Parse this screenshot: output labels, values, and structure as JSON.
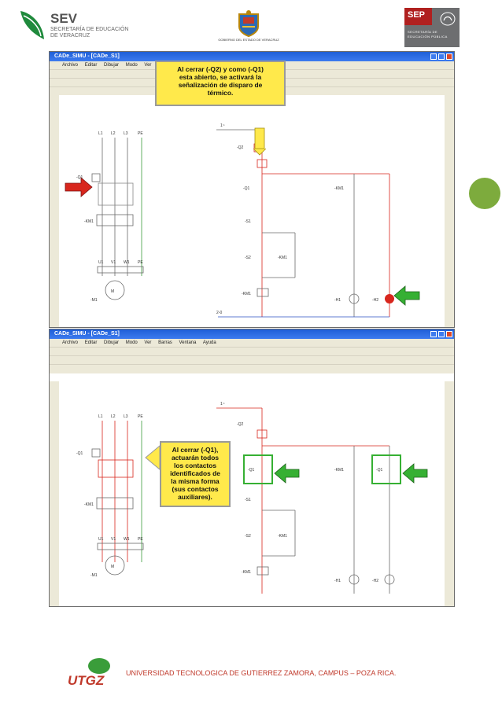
{
  "header": {
    "sev_logo_text": "SEV",
    "sev_sub_line1": "SECRETARÍA DE EDUCACIÓN",
    "sev_sub_line2": "DE VERACRUZ",
    "crest_caption": "GOBIERNO DEL ESTADO DE VERACRUZ",
    "sep_logo_text": "SEP",
    "sep_sub_line1": "SECRETARÍA DE",
    "sep_sub_line2": "EDUCACIÓN PÚBLICA",
    "colors": {
      "sev_green": "#1f8a3c",
      "sep_red": "#b0201f",
      "sep_gray": "#6d6e70",
      "accent_dot": "#7dab3d"
    }
  },
  "screenshot_1": {
    "window_title": "CADe_SIMU - [CADe_S1]",
    "menu": [
      "Archivo",
      "Editar",
      "Dibujar",
      "Modo",
      "Ver"
    ],
    "callout": [
      "Al cerrar (-Q2) y como (-Q1)",
      "esta abierto, se activará la",
      "señalización de disparo de",
      "térmico."
    ],
    "arrow_colors": {
      "left_arrow": "#d8261d",
      "right_arrow": "#36b033"
    },
    "component_labels": {
      "phases": [
        "L1",
        "L2",
        "L3",
        "PE"
      ],
      "q1": "-Q1",
      "q2": "-Q2",
      "km1": "-KM1",
      "s1": "-S1",
      "s2": "-S2",
      "h1": "-H1",
      "h2": "-H2",
      "motor": "M",
      "motor_id": "-M1",
      "terminals": [
        "U1",
        "V1",
        "W1",
        "PE"
      ],
      "supply_top": "1~",
      "supply_bottom": "2-0"
    }
  },
  "screenshot_2": {
    "window_title": "CADe_SIMU - [CADe_S1]",
    "menu": [
      "Archivo",
      "Editar",
      "Dibujar",
      "Modo",
      "Ver",
      "Barras",
      "Ventana",
      "Ayuda"
    ],
    "callout": [
      "Al cerrar (-Q1),",
      "actuarán todos",
      "los contactos",
      "identificados de",
      "la misma forma",
      "(sus contactos",
      "auxiliares)."
    ],
    "arrow_colors": {
      "callout_arrow": "#ffe94b",
      "right_arrows": "#36b033"
    },
    "component_labels": {
      "phases": [
        "L1",
        "L2",
        "L3",
        "PE"
      ],
      "q1": "-Q1",
      "q2": "-Q2",
      "km1": "-KM1",
      "s1": "-S1",
      "s2": "-S2",
      "h1": "-H1",
      "h2": "-H2",
      "motor": "M",
      "motor_id": "-M1",
      "terminals": [
        "U1",
        "V1",
        "W1",
        "PE"
      ],
      "supply_top": "1~"
    }
  },
  "footer": {
    "logo_text": "UTGZ",
    "caption": "UNIVERSIDAD TECNOLOGICA DE GUTIERREZ ZAMORA, CAMPUS – POZA RICA."
  }
}
